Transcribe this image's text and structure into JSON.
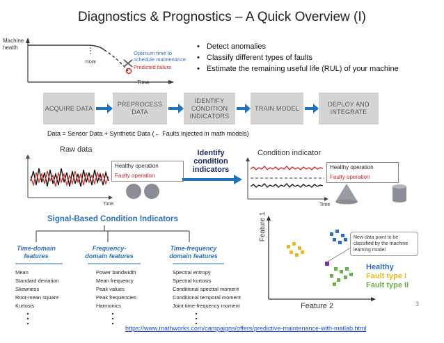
{
  "title": "Diagnostics & Prognostics – A Quick Overview (I)",
  "health_chart": {
    "ylabel": "Machine health",
    "xlabel": "Time",
    "now_label": "now",
    "optimum_label": "Optimum time to schedule maintenance",
    "predicted_label": "Predicted failure",
    "predicted_color": "#d62020"
  },
  "bullets": [
    "Detect anomalies",
    "Classify different types of faults",
    "Estimate the remaining useful life (RUL) of your machine"
  ],
  "workflow": {
    "steps": [
      "ACQUIRE DATA",
      "PREPROCESS DATA",
      "IDENTIFY CONDITION INDICATORS",
      "TRAIN MODEL",
      "DEPLOY AND INTEGRATE"
    ],
    "arrow_color": "#1e73be"
  },
  "data_note": "Data = Sensor Data + Synthetic Data (← Faults injected in math models)",
  "raw_data": {
    "title": "Raw data",
    "xlabel": "Time",
    "healthy_label": "Healthy operation",
    "faulty_label": "Faulty operation"
  },
  "identify": {
    "label": "Identify condition indicators"
  },
  "condition": {
    "title": "Condition indicator",
    "xlabel": "Time",
    "healthy_label": "Healthy operation",
    "faulty_label": "Faulty operation"
  },
  "signal_based": {
    "title": "Signal-Based Condition Indicators",
    "groups": [
      {
        "heading": "Time-domain features",
        "items": [
          "Mean",
          "Standard deviation",
          "Skewness",
          "Root-mean square",
          "Kurtosis"
        ]
      },
      {
        "heading": "Frequency-domain features",
        "items": [
          "Power bandwidth",
          "Mean frequency",
          "Peak values",
          "Peak frequencies",
          "Harmonics"
        ]
      },
      {
        "heading": "Time-frequency domain features",
        "items": [
          "Spectral entropy",
          "Spectral kurtosis",
          "Conditional spectral moment",
          "Conditional temporal moment",
          "Joint time-frequency moment"
        ]
      }
    ]
  },
  "scatter": {
    "ylabel": "Feature 1",
    "xlabel": "Feature 2",
    "callout": "New data point to be classified by the machine learning model",
    "classes": [
      {
        "name": "Healthy",
        "color": "#2d6fbf"
      },
      {
        "name": "Fault type I",
        "color": "#e8b920"
      },
      {
        "name": "Fault type II",
        "color": "#6ab04c"
      }
    ],
    "new_point_color": "#7b2fa6"
  },
  "footer": {
    "url": "https://www.mathworks.com/campaigns/offers/predictive-maintenance-with-matlab.html",
    "page": "3"
  }
}
